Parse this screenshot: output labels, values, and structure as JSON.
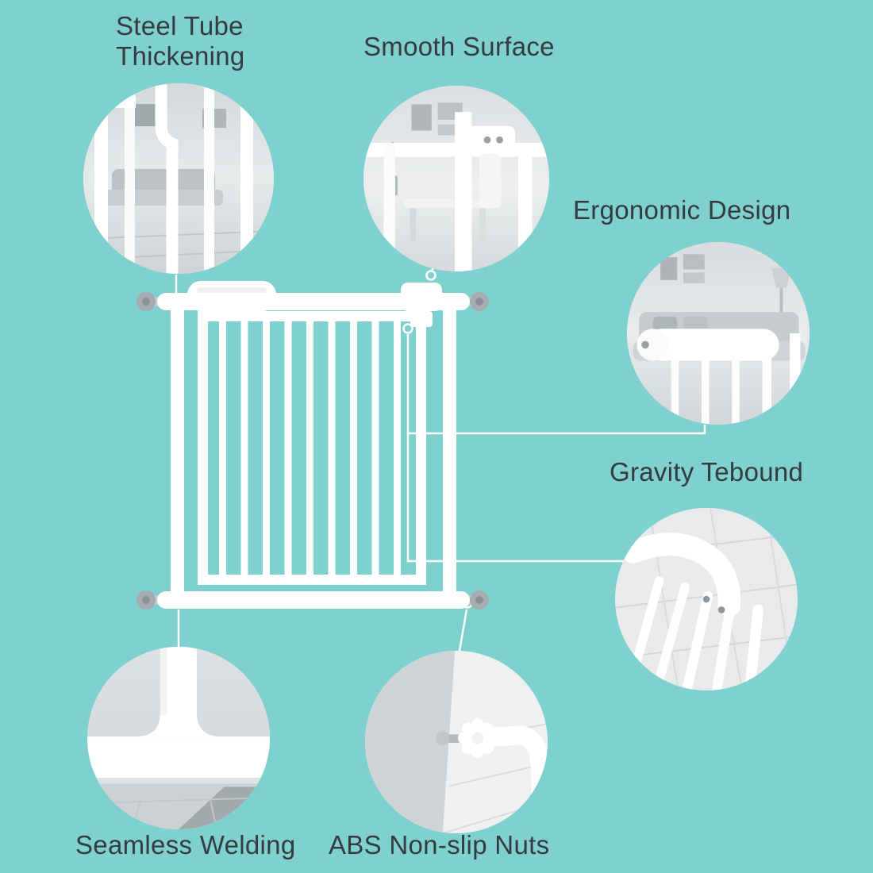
{
  "colors": {
    "background": "#7fd1cf",
    "text": "#353b3e",
    "gate": "#ffffff",
    "metal": "#a6acb0"
  },
  "features": [
    {
      "id": "steel-tube-thickening",
      "label": "Steel Tube Thickening"
    },
    {
      "id": "smooth-surface",
      "label": "Smooth Surface"
    },
    {
      "id": "ergonomic-design",
      "label": "Ergonomic Design"
    },
    {
      "id": "gravity-tebound",
      "label": "Gravity Tebound"
    },
    {
      "id": "seamless-welding",
      "label": "Seamless Welding"
    },
    {
      "id": "abs-non-slip-nuts",
      "label": "ABS Non-slip Nuts"
    }
  ]
}
